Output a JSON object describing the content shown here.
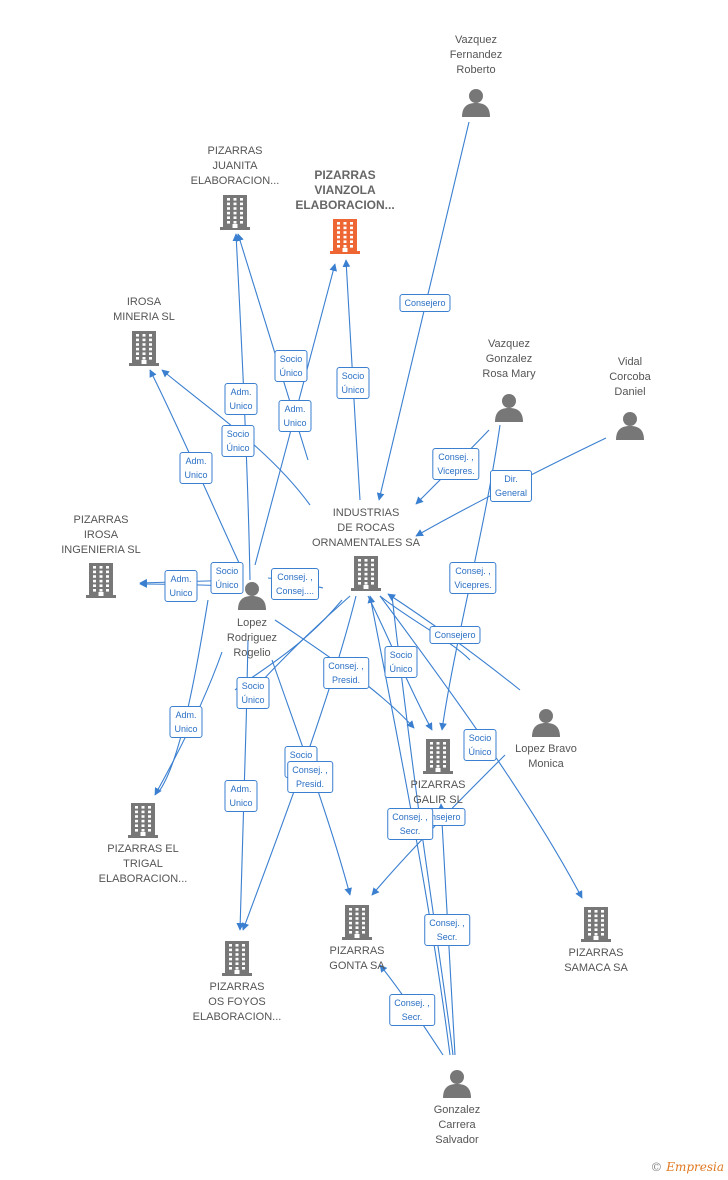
{
  "colors": {
    "edge": "#3a7fd0",
    "company": "#777777",
    "highlight_company": "#ee6633",
    "person": "#777777"
  },
  "nodes": [
    {
      "id": "vazquez_fernandez",
      "type": "person",
      "lines": [
        "Vazquez",
        "Fernandez",
        "Roberto"
      ]
    },
    {
      "id": "pizarras_juanita",
      "type": "company",
      "lines": [
        "PIZARRAS",
        "JUANITA",
        "ELABORACION..."
      ]
    },
    {
      "id": "pizarras_vianzola",
      "type": "company",
      "highlight": true,
      "lines": [
        "PIZARRAS",
        "VIANZOLA",
        "ELABORACION..."
      ]
    },
    {
      "id": "irosa_mineria",
      "type": "company",
      "lines": [
        "IROSA",
        "MINERIA  SL"
      ]
    },
    {
      "id": "vazquez_gonzalez",
      "type": "person",
      "lines": [
        "Vazquez",
        "Gonzalez",
        "Rosa Mary"
      ]
    },
    {
      "id": "vidal_corcoba",
      "type": "person",
      "lines": [
        "Vidal",
        "Corcoba",
        "Daniel"
      ]
    },
    {
      "id": "industrias_rocas",
      "type": "company",
      "lines": [
        "INDUSTRIAS",
        "DE ROCAS",
        "ORNAMENTALES SA"
      ]
    },
    {
      "id": "pizarras_irosa",
      "type": "company",
      "lines": [
        "PIZARRAS",
        "IROSA",
        "INGENIERIA  SL"
      ]
    },
    {
      "id": "lopez_rodriguez",
      "type": "person",
      "lines": [
        "Lopez",
        "Rodriguez",
        "Rogelio"
      ]
    },
    {
      "id": "lopez_bravo",
      "type": "person",
      "lines": [
        "Lopez Bravo",
        "Monica"
      ]
    },
    {
      "id": "pizarras_galir",
      "type": "company",
      "lines": [
        "PIZARRAS",
        "GALIR SL"
      ]
    },
    {
      "id": "pizarras_trigal",
      "type": "company",
      "lines": [
        "PIZARRAS EL",
        "TRIGAL",
        "ELABORACION..."
      ]
    },
    {
      "id": "pizarras_gonta",
      "type": "company",
      "lines": [
        "PIZARRAS",
        "GONTA SA"
      ]
    },
    {
      "id": "pizarras_samaca",
      "type": "company",
      "lines": [
        "PIZARRAS",
        "SAMACA SA"
      ]
    },
    {
      "id": "pizarras_foyos",
      "type": "company",
      "lines": [
        "PIZARRAS",
        "OS FOYOS",
        "ELABORACION..."
      ]
    },
    {
      "id": "gonzalez_carrera",
      "type": "person",
      "lines": [
        "Gonzalez",
        "Carrera",
        "Salvador"
      ]
    }
  ],
  "edge_labels": [
    {
      "lines": [
        "Consejero"
      ]
    },
    {
      "lines": [
        "Socio",
        "Único"
      ]
    },
    {
      "lines": [
        "Socio",
        "Único"
      ]
    },
    {
      "lines": [
        "Adm.",
        "Unico"
      ]
    },
    {
      "lines": [
        "Adm.",
        "Unico"
      ]
    },
    {
      "lines": [
        "Socio",
        "Único"
      ]
    },
    {
      "lines": [
        "Adm.",
        "Unico"
      ]
    },
    {
      "lines": [
        "Consej. ,",
        "Vicepres."
      ]
    },
    {
      "lines": [
        "Dir.",
        "General"
      ]
    },
    {
      "lines": [
        "Adm.",
        "Unico"
      ]
    },
    {
      "lines": [
        "Socio",
        "Único"
      ]
    },
    {
      "lines": [
        "Consej. ,",
        "Consej...."
      ]
    },
    {
      "lines": [
        "Consej. ,",
        "Vicepres."
      ]
    },
    {
      "lines": [
        "Consejero"
      ]
    },
    {
      "lines": [
        "Socio",
        "Único"
      ]
    },
    {
      "lines": [
        "Consej. ,",
        "Presid."
      ]
    },
    {
      "lines": [
        "Socio",
        "Único"
      ]
    },
    {
      "lines": [
        "Adm.",
        "Unico"
      ]
    },
    {
      "lines": [
        "Socio",
        "Único"
      ]
    },
    {
      "lines": [
        "Consej. ,",
        "Presid."
      ]
    },
    {
      "lines": [
        "Socio",
        "Único"
      ]
    },
    {
      "lines": [
        "Consejero"
      ]
    },
    {
      "lines": [
        "Consej. ,",
        "Secr."
      ]
    },
    {
      "lines": [
        "Adm.",
        "Unico"
      ]
    },
    {
      "lines": [
        "Consej. ,",
        "Secr."
      ]
    },
    {
      "lines": [
        "Consej. ,",
        "Secr."
      ]
    }
  ],
  "watermark": {
    "symbol": "©",
    "brand": "Empresia"
  }
}
